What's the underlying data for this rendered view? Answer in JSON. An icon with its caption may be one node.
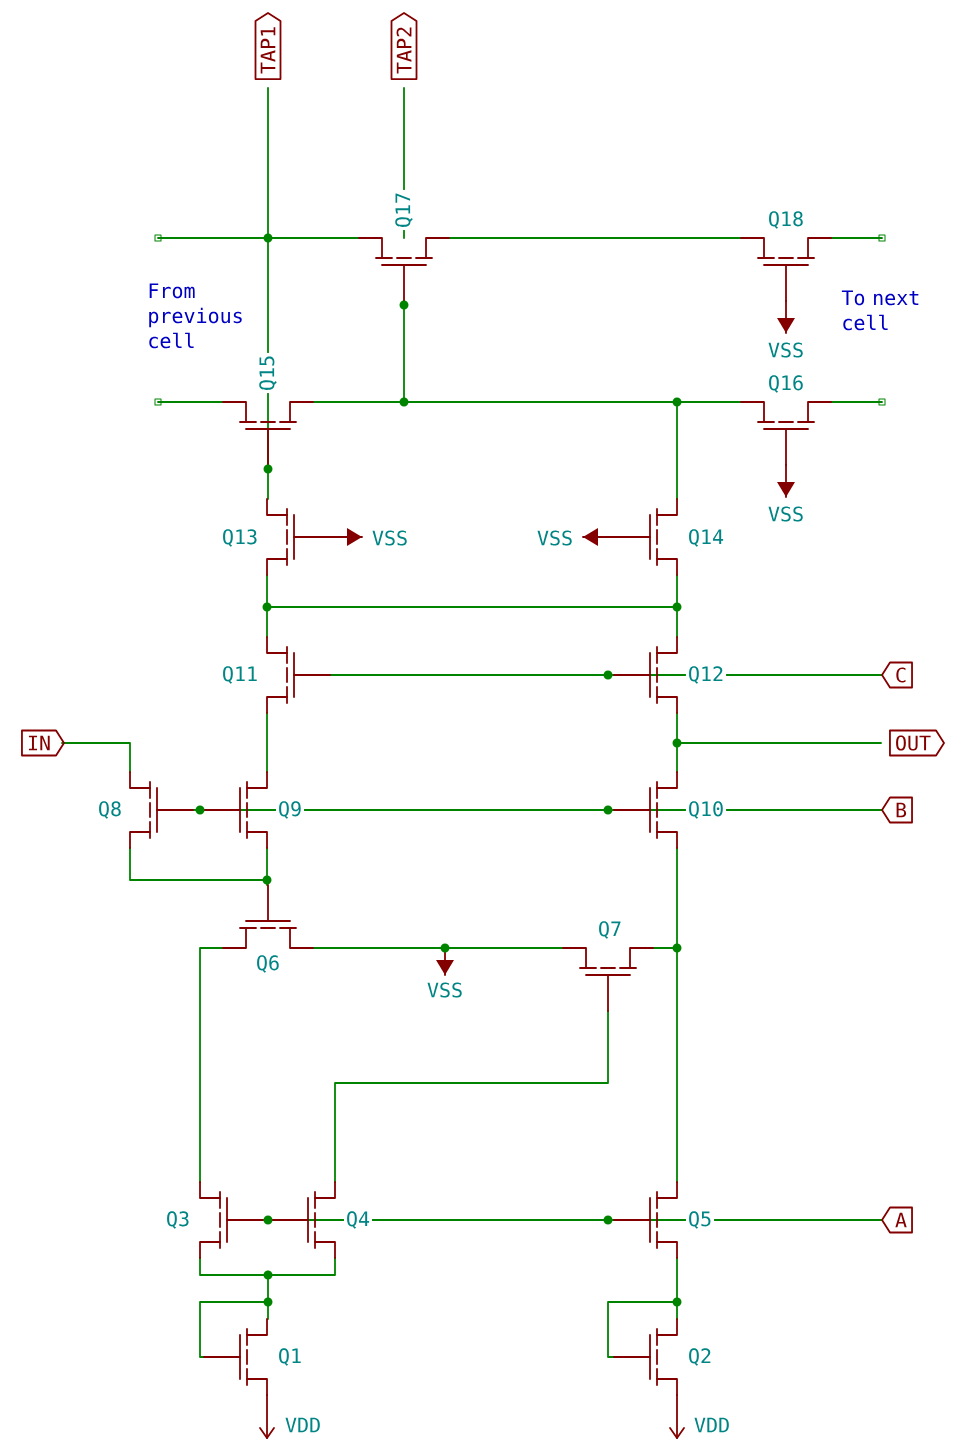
{
  "diagram": {
    "nodes": [
      {
        "text": [
          "TAP1"
        ]
      },
      {
        "text": [
          "TAP2"
        ]
      },
      {
        "text": [
          "C"
        ]
      },
      {
        "text": [
          "IN"
        ]
      },
      {
        "text": [
          "OUT"
        ]
      },
      {
        "text": [
          "B"
        ]
      },
      {
        "text": [
          "A"
        ]
      }
    ],
    "labels": [
      "Q17",
      "Q18",
      "From previous cell",
      "To next cell",
      "VSS",
      "Q15",
      "Q16",
      "VSS",
      "Q13",
      "VSS",
      "VSS",
      "Q14",
      "Q11",
      "Q12",
      "Q8",
      "Q9",
      "Q10",
      "Q7",
      "Q6",
      "VSS",
      "Q3",
      "Q4",
      "Q5",
      "Q1",
      "Q2",
      "VDD",
      "VDD"
    ]
  }
}
